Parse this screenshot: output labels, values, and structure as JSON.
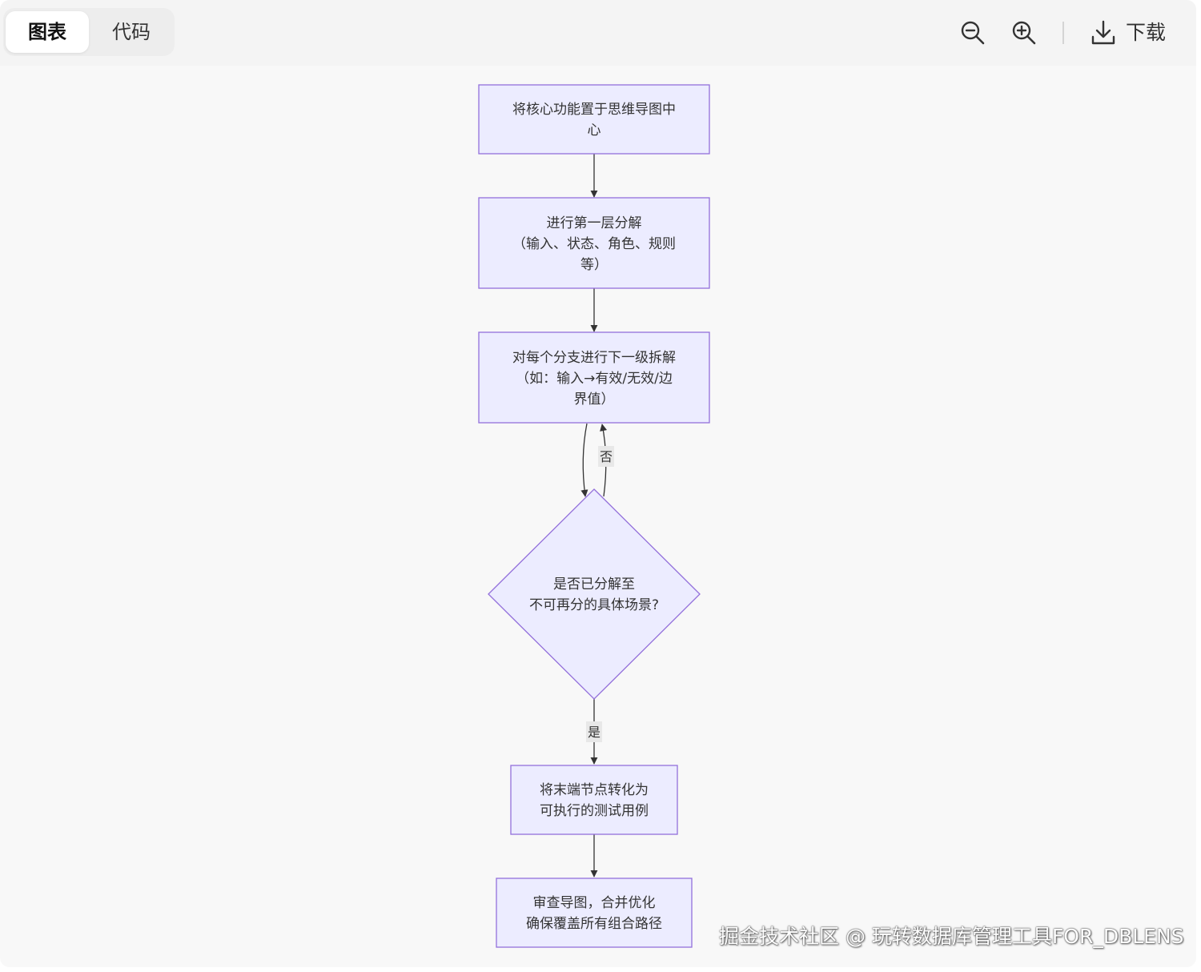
{
  "toolbar": {
    "tabs": [
      {
        "label": "图表",
        "active": true
      },
      {
        "label": "代码",
        "active": false
      }
    ],
    "zoom_out_icon": "zoom-out-icon",
    "zoom_in_icon": "zoom-in-icon",
    "download_icon": "download-icon",
    "download_label": "下载"
  },
  "diagram": {
    "colors": {
      "node_fill": "#ECECFF",
      "node_stroke": "#9370DB",
      "edge": "#333333"
    },
    "nodes": {
      "center": {
        "lines": [
          "将核心功能置于思维导图中",
          "心"
        ]
      },
      "layer1": {
        "lines": [
          "进行第一层分解",
          "（输入、状态、角色、规则",
          "等）"
        ]
      },
      "next_level": {
        "lines": [
          "对每个分支进行下一级拆解",
          "（如：输入→有效/无效/边",
          "界值）"
        ]
      },
      "decision": {
        "lines": [
          "是否已分解至",
          "不可再分的具体场景?"
        ]
      },
      "convert": {
        "lines": [
          "将末端节点转化为",
          "可执行的测试用例"
        ]
      },
      "review": {
        "lines": [
          "审查导图，合并优化",
          "确保覆盖所有组合路径"
        ]
      }
    },
    "edges": {
      "no_label": "否",
      "yes_label": "是"
    }
  },
  "watermark": "掘金技术社区 @ 玩转数据库管理工具FOR_DBLENS"
}
